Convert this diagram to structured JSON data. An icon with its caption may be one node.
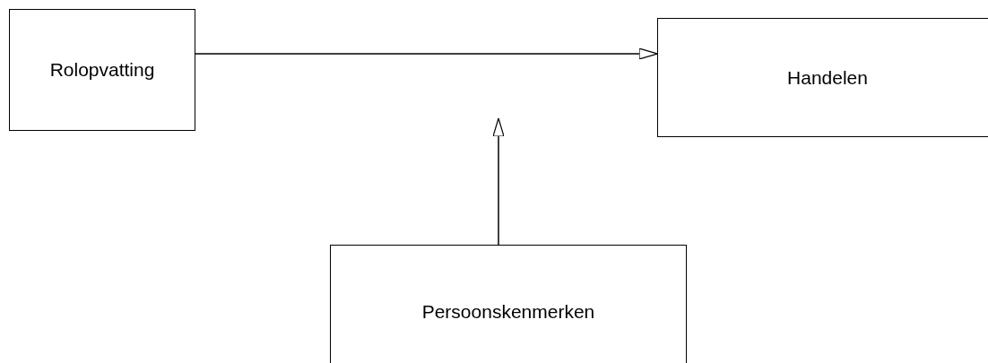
{
  "diagram": {
    "nodes": [
      {
        "text": [
          "Rolopvatting"
        ]
      },
      {
        "text": [
          "Handelen"
        ]
      },
      {
        "text": [
          "Persoonskenmerken"
        ]
      }
    ],
    "edges": [
      {
        "from": 0,
        "to": 1,
        "arrow": "to"
      },
      {
        "from": 2,
        "to": null,
        "arrow": "to"
      }
    ]
  }
}
